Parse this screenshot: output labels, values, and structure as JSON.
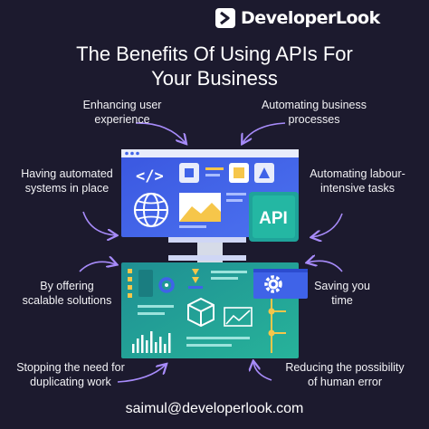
{
  "brand": {
    "name": "DeveloperLook"
  },
  "title": {
    "line1": "The Benefits Of Using APIs For",
    "line2": "Your Business"
  },
  "benefits": [
    {
      "text": "Enhancing user\nexperience"
    },
    {
      "text": "Automating business\nprocesses"
    },
    {
      "text": "Having automated\nsystems in place"
    },
    {
      "text": "Automating labour-\nintensive tasks"
    },
    {
      "text": "By offering\nscalable solutions"
    },
    {
      "text": "Saving you\ntime"
    },
    {
      "text": "Stopping the need for\nduplicating work"
    },
    {
      "text": "Reducing the possibility\nof human error"
    }
  ],
  "illustration": {
    "api_label": "API",
    "code_icon": "</>"
  },
  "footer": {
    "email": "saimul@developerlook.com"
  },
  "colors": {
    "background": "#1c1a2e",
    "primary_blue": "#3f63e8",
    "teal": "#1fa39a",
    "accent_yellow": "#f6c64a",
    "arrow_purple": "#a78bfa"
  }
}
